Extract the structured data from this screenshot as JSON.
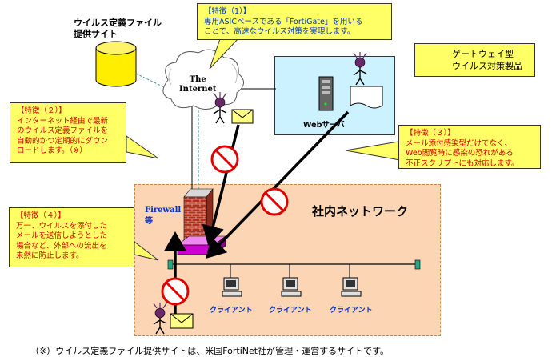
{
  "site_label": "ウイルス定義ファイル\n提供サイト",
  "internet_label": "The\nInternet",
  "web_server_label": "Webサーバ",
  "firewall_label": "Firewall\n等",
  "network_label": "社内ネットワーク",
  "client_label": "クライアント",
  "legend_label": "ゲートウェイ型\nウイルス対策製品",
  "footnote": "（※）ウイルス定義ファイル提供サイトは、米国FortiNet社が管理・運営するサイトです。",
  "features": [
    {
      "text": "【特徴（1）】\n専用ASICベースである「FortiGate」を用いる\nことで、高速なウイルス対策を実現します。"
    },
    {
      "text": "【特徴（２）】\nインターネット経由で最新\nのウイルス定義ファイルを\n自動的かつ定期的にダウン\nロードします。（※）"
    },
    {
      "text": "【特徴（３）】\nメール添付感染型だけでなく、\nWeb閲覧時に感染の恐れがある\n不正スクリプトにも対応します。"
    },
    {
      "text": "【特徴（４）】\n万一、ウイルスを添付した\nメールを送信しようとした\n場合など、外部への流出を\n未然に防止します。"
    }
  ],
  "colors": {
    "callout_fill": "#ffff66",
    "network_fill": "#fcd5b4",
    "web_server_fill": "#ccf2ff",
    "gateway_product": "#cc00cc",
    "prohibit_red": "#e00000",
    "firewall_brick": "#b03020",
    "red_text": "#d00000",
    "blue_text": "#0033cc"
  },
  "icons": [
    "database-cylinder",
    "internet-cloud",
    "server-tower",
    "desktop-computer",
    "envelope",
    "prohibition-sign",
    "brick-firewall",
    "virus-character",
    "gateway-box"
  ]
}
